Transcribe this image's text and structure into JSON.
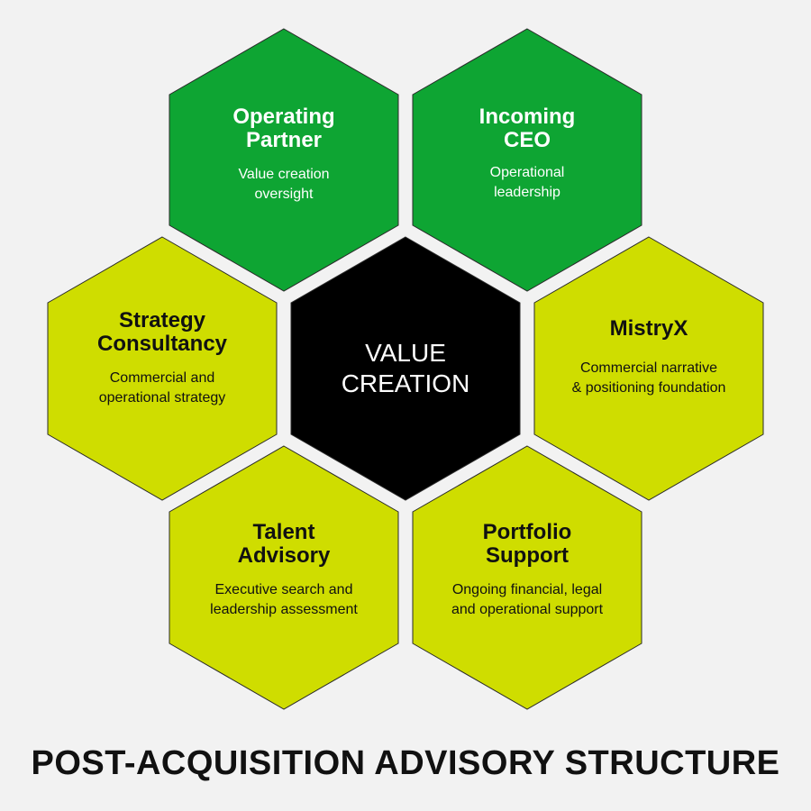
{
  "center": {
    "line1": "VALUE",
    "line2": "CREATION",
    "color": "#000000"
  },
  "hexes": {
    "operating_partner": {
      "title1": "Operating",
      "title2": "Partner",
      "desc1": "Value creation",
      "desc2": "oversight",
      "color": "#0ea533"
    },
    "incoming_ceo": {
      "title1": "Incoming",
      "title2": "CEO",
      "desc1": "Operational",
      "desc2": "leadership",
      "color": "#0ea533"
    },
    "strategy_consultancy": {
      "title1": "Strategy",
      "title2": "Consultancy",
      "desc1": "Commercial and",
      "desc2": "operational strategy",
      "color": "#cfdd00"
    },
    "mistryx": {
      "title1": "MistryX",
      "desc1": "Commercial narrative",
      "desc2": "& positioning foundation",
      "color": "#cfdd00"
    },
    "talent_advisory": {
      "title1": "Talent",
      "title2": "Advisory",
      "desc1": "Executive search and",
      "desc2": "leadership assessment",
      "color": "#cfdd00"
    },
    "portfolio_support": {
      "title1": "Portfolio",
      "title2": "Support",
      "desc1": "Ongoing financial, legal",
      "desc2": "and operational support",
      "color": "#cfdd00"
    }
  },
  "footer": {
    "title": "POST-ACQUISITION ADVISORY STRUCTURE"
  },
  "colors": {
    "background": "#f2f2f2",
    "dark_green": "#0ea533",
    "lime": "#cfdd00",
    "center": "#000000"
  }
}
